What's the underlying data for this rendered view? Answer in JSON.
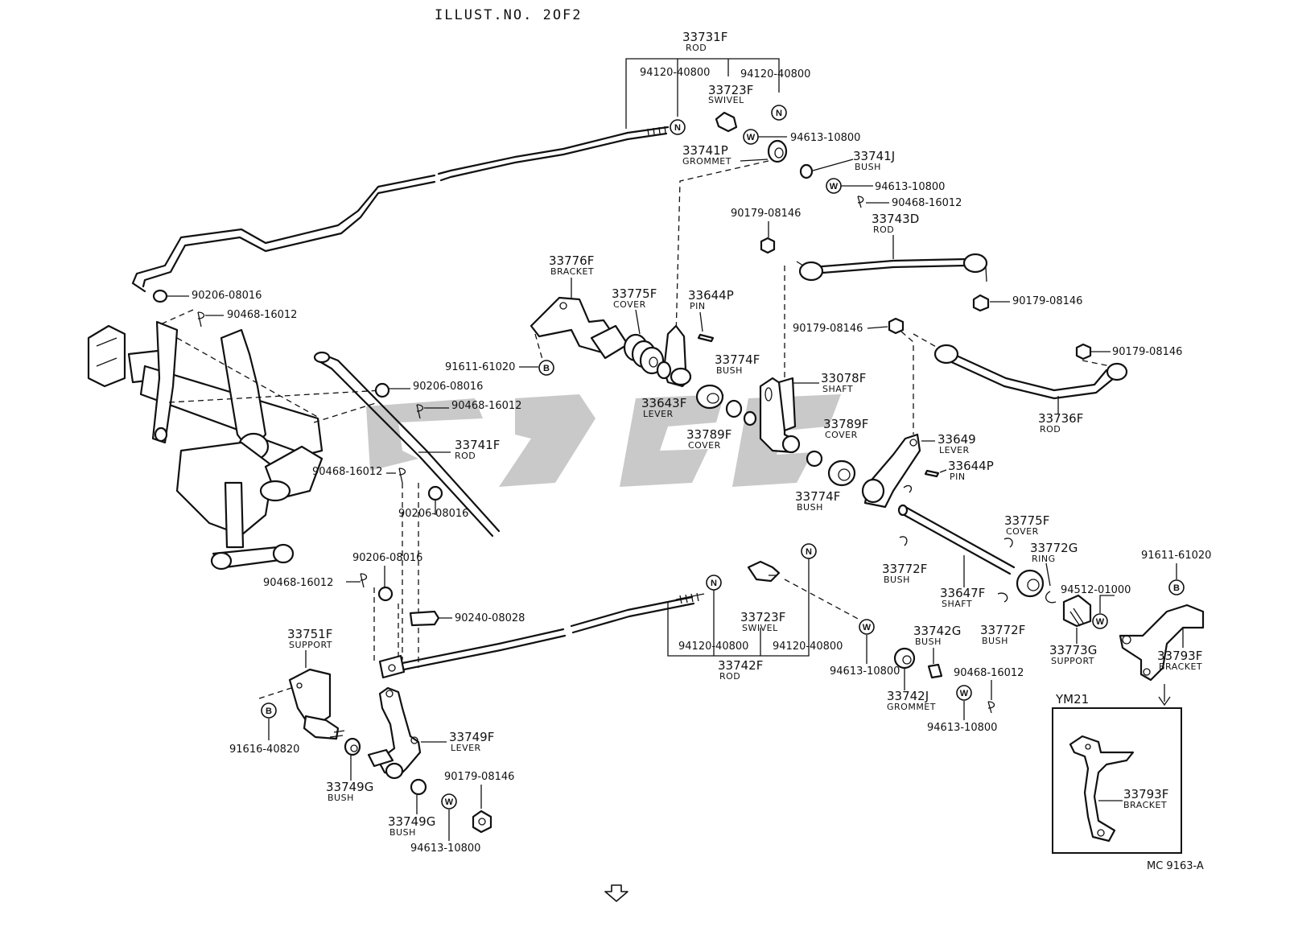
{
  "header": "ILLUST.NO. 2OF2",
  "footer_code": "MC 9163-A",
  "inset_title": "YM21",
  "watermark_color": "#888888",
  "parts": {
    "p1": {
      "num": "33731F",
      "name": "ROD"
    },
    "p2": {
      "num": "94120-40800"
    },
    "p3": {
      "num": "94120-40800"
    },
    "p4": {
      "num": "33723F",
      "name": "SWIVEL"
    },
    "p5": {
      "num": "94613-10800"
    },
    "p6": {
      "num": "33741P",
      "name": "GROMMET"
    },
    "p7": {
      "num": "33741J",
      "name": "BUSH"
    },
    "p8": {
      "num": "94613-10800"
    },
    "p9": {
      "num": "90468-16012"
    },
    "p10": {
      "num": "90179-08146"
    },
    "p11": {
      "num": "33743D",
      "name": "ROD"
    },
    "p12": {
      "num": "90206-08016"
    },
    "p13": {
      "num": "90468-16012"
    },
    "p14": {
      "num": "33776F",
      "name": "BRACKET"
    },
    "p15": {
      "num": "33775F",
      "name": "COVER"
    },
    "p16": {
      "num": "33644P",
      "name": "PIN"
    },
    "p17": {
      "num": "90179-08146"
    },
    "p18": {
      "num": "90179-08146"
    },
    "p19": {
      "num": "90179-08146"
    },
    "p20": {
      "num": "91611-61020"
    },
    "p21": {
      "num": "33774F",
      "name": "BUSH"
    },
    "p22": {
      "num": "33078F",
      "name": "SHAFT"
    },
    "p23": {
      "num": "90206-08016"
    },
    "p24": {
      "num": "90468-16012"
    },
    "p25": {
      "num": "33643F",
      "name": "LEVER"
    },
    "p26": {
      "num": "33789F",
      "name": "COVER"
    },
    "p27": {
      "num": "33789F",
      "name": "COVER"
    },
    "p28": {
      "num": "33736F",
      "name": "ROD"
    },
    "p29": {
      "num": "33741F",
      "name": "ROD"
    },
    "p30": {
      "num": "33649",
      "name": "LEVER"
    },
    "p31": {
      "num": "90468-16012"
    },
    "p32": {
      "num": "33644P",
      "name": "PIN"
    },
    "p33": {
      "num": "33774F",
      "name": "BUSH"
    },
    "p34": {
      "num": "90206-08016"
    },
    "p35": {
      "num": "33775F",
      "name": "COVER"
    },
    "p36": {
      "num": "90206-08016"
    },
    "p37": {
      "num": "33772F",
      "name": "BUSH"
    },
    "p38": {
      "num": "33772G",
      "name": "RING"
    },
    "p39": {
      "num": "91611-61020"
    },
    "p40": {
      "num": "90468-16012"
    },
    "p41": {
      "num": "33723F",
      "name": "SWIVEL"
    },
    "p42": {
      "num": "33647F",
      "name": "SHAFT"
    },
    "p43": {
      "num": "94512-01000"
    },
    "p44": {
      "num": "90240-08028"
    },
    "p45": {
      "num": "94120-40800"
    },
    "p46": {
      "num": "94120-40800"
    },
    "p47": {
      "num": "33742F",
      "name": "ROD"
    },
    "p48": {
      "num": "33742G",
      "name": "BUSH"
    },
    "p49": {
      "num": "33772F",
      "name": "BUSH"
    },
    "p50": {
      "num": "33773G",
      "name": "SUPPORT"
    },
    "p51": {
      "num": "33793F",
      "name": "BRACKET"
    },
    "p52": {
      "num": "33751F",
      "name": "SUPPORT"
    },
    "p53": {
      "num": "94613-10800"
    },
    "p54": {
      "num": "90468-16012"
    },
    "p55": {
      "num": "33742J",
      "name": "GROMMET"
    },
    "p56": {
      "num": "94613-10800"
    },
    "p57": {
      "num": "91616-40820"
    },
    "p58": {
      "num": "33749F",
      "name": "LEVER"
    },
    "p59": {
      "num": "33749G",
      "name": "BUSH"
    },
    "p60": {
      "num": "90179-08146"
    },
    "p61": {
      "num": "33749G",
      "name": "BUSH"
    },
    "p62": {
      "num": "94613-10800"
    },
    "p63": {
      "num": "33793F",
      "name": "BRACKET"
    }
  },
  "symbols": {
    "n": "N",
    "w": "W",
    "b": "B"
  }
}
